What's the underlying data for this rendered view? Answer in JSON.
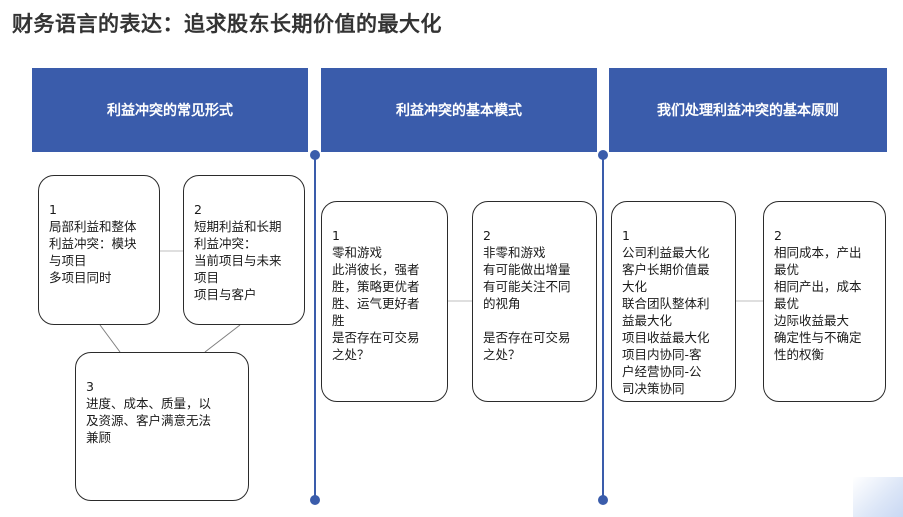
{
  "title": "财务语言的表达：追求股东长期价值的最大化",
  "columns": [
    {
      "header": "利益冲突的常见形式",
      "boxes": [
        {
          "num": "1",
          "text": "局部利益和整体\n利益冲突：模块\n与项目\n多项目同时"
        },
        {
          "num": "2",
          "text": "短期利益和长期\n利益冲突：\n当前项目与未来\n项目\n项目与客户"
        },
        {
          "num": "3",
          "text": "进度、成本、质量，以\n及资源、客户满意无法\n兼顾"
        }
      ]
    },
    {
      "header": "利益冲突的基本模式",
      "boxes": [
        {
          "num": "1",
          "text": "零和游戏\n此消彼长，强者\n胜，策略更优者\n胜、运气更好者\n胜\n是否存在可交易\n之处？"
        },
        {
          "num": "2",
          "text": "非零和游戏\n有可能做出增量\n有可能关注不同\n的视角\n\n是否存在可交易\n之处？"
        }
      ]
    },
    {
      "header": "我们处理利益冲突的基本原则",
      "boxes": [
        {
          "num": "1",
          "text": "公司利益最大化\n客户长期价值最\n大化\n联合团队整体利\n益最大化\n项目收益最大化\n项目内协同-客\n户经营协同-公\n司决策协同"
        },
        {
          "num": "2",
          "text": "相同成本，产出\n最优\n相同产出，成本\n最优\n边际收益最大\n确定性与不确定\n性的权衡"
        }
      ]
    }
  ],
  "colors": {
    "header_bg": "#3a5cab",
    "header_text": "#ffffff",
    "divider": "#3a5cab",
    "box_border": "#2b2b2b"
  }
}
